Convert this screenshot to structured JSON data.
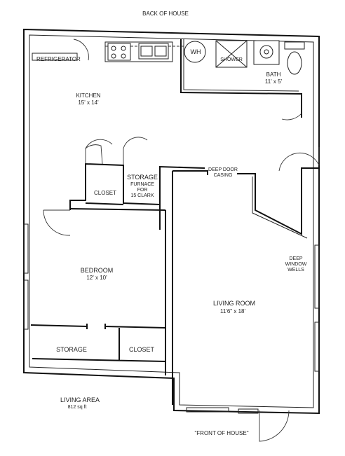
{
  "labels": {
    "back_of_house": "BACK OF HOUSE",
    "refrigerator": "REFRIGERATOR",
    "kitchen": "KITCHEN",
    "kitchen_size": "15' x 14'",
    "wh": "WH",
    "shower": "SHOWER",
    "bath": "BATH",
    "bath_size": "11' x 5'",
    "closet_mid": "CLOSET",
    "storage_mid": "STORAGE",
    "furnace": "FURNACE\nFOR\n15 CLARK",
    "deep_door": "DEEP DOOR\nCASING",
    "deep_window": "DEEP\nWINDOW\nWELLS",
    "bedroom": "BEDROOM",
    "bedroom_size": "12' x 10'",
    "living_room": "LIVING ROOM",
    "living_room_size": "11'6\" x 18'",
    "storage_bottom": "STORAGE",
    "closet_bottom": "CLOSET",
    "living_area": "LIVING AREA",
    "living_area_size": "812 sq ft",
    "front_of_house": "\"FRONT OF HOUSE\""
  }
}
